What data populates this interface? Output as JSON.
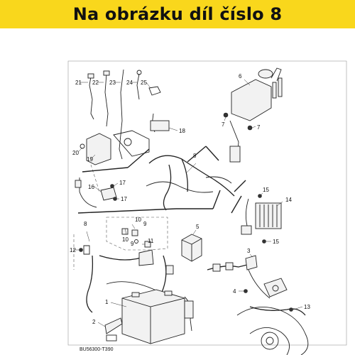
{
  "banner": {
    "title": "Na obrázku díl číslo 8",
    "background_color": "#f9d71c"
  },
  "diagram": {
    "drawing_code": "BU56300-T390",
    "callouts": {
      "c1": "1",
      "c2": "2",
      "c3": "3",
      "c4": "4",
      "c5": "5",
      "c6": "6",
      "c7a": "7",
      "c7b": "7",
      "c8a": "8",
      "c8b": "8",
      "c9a": "9",
      "c9b": "9",
      "c10a": "10",
      "c10b": "10",
      "c11": "11",
      "c12": "12",
      "c13": "13",
      "c14": "14",
      "c15a": "15",
      "c15b": "15",
      "c16": "16",
      "c17a": "17",
      "c17b": "17",
      "c18": "18",
      "c19": "19",
      "c20": "20",
      "c21": "21",
      "c22": "22",
      "c23": "23",
      "c24": "24",
      "c25": "25"
    }
  }
}
